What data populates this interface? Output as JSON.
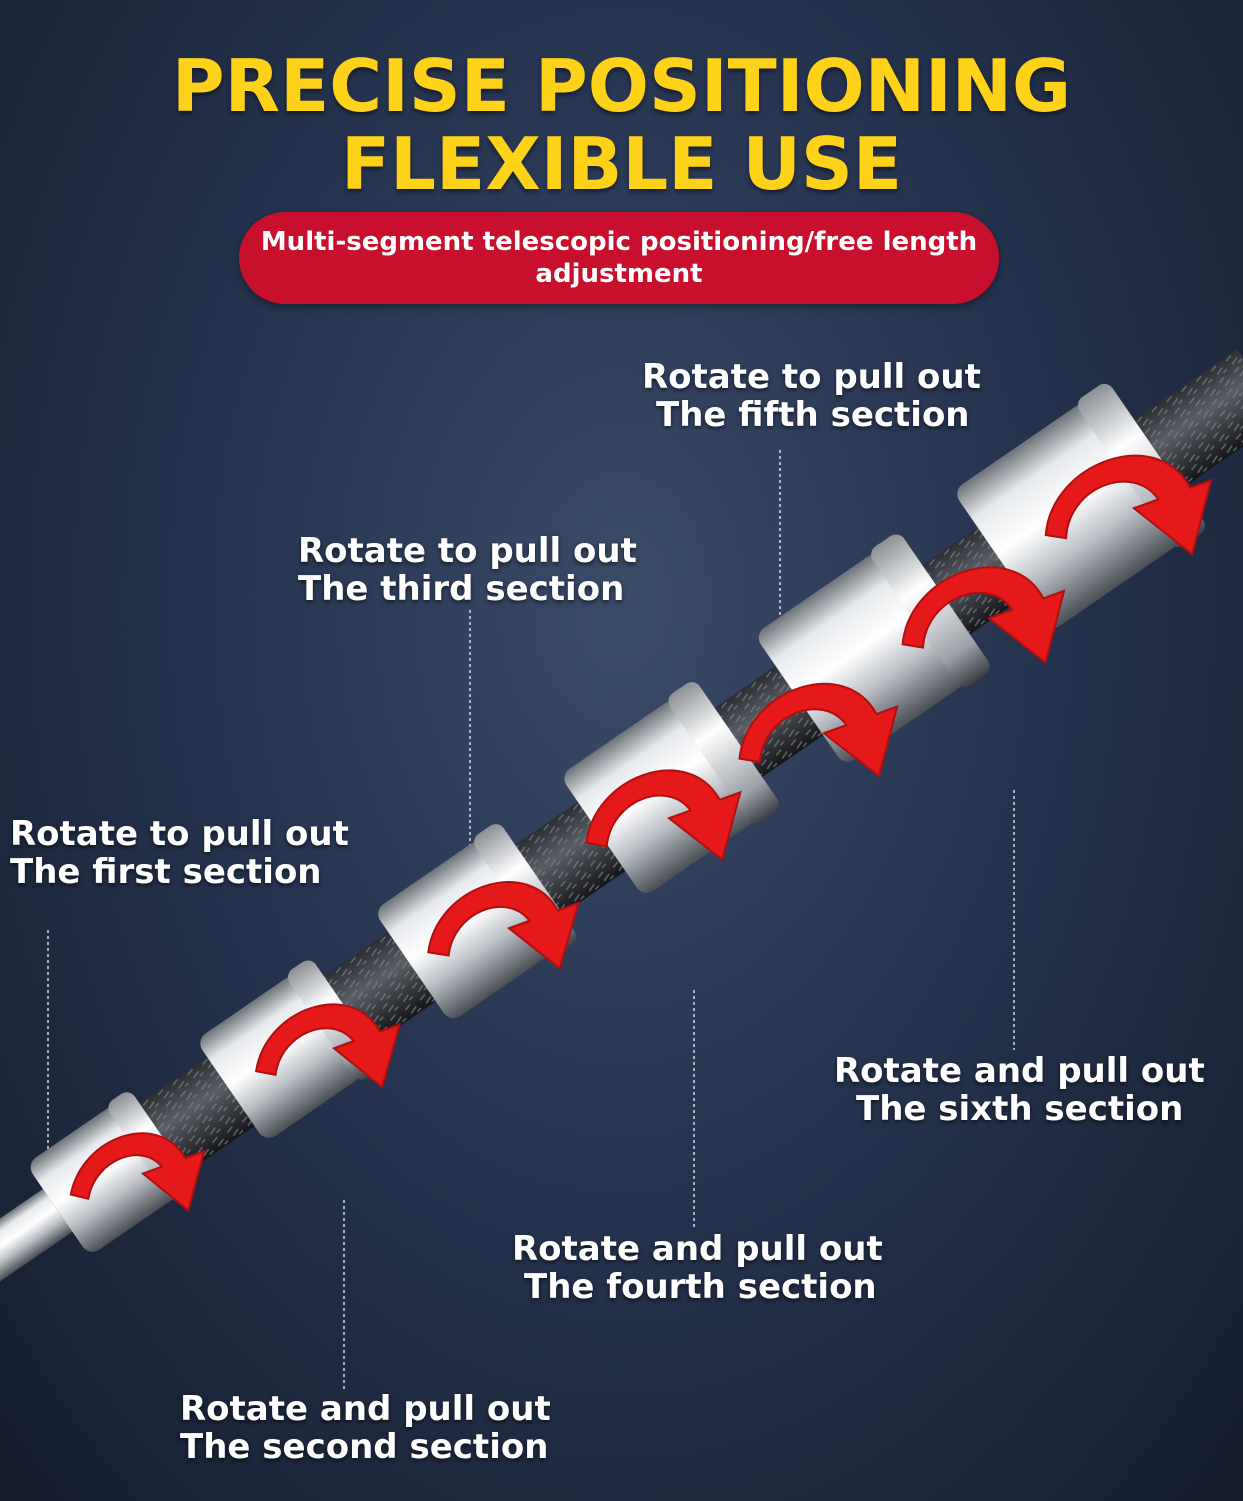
{
  "headline": {
    "line1": "PRECISE POSITIONING",
    "line2": "FLEXIBLE USE"
  },
  "subtitle": "Multi-segment telescopic positioning/free length adjustment",
  "callouts": {
    "first": {
      "line1": "Rotate to pull out",
      "line2": "The first section"
    },
    "second": {
      "line1": "Rotate and pull out",
      "line2": "The second section"
    },
    "third": {
      "line1": "Rotate to pull out",
      "line2": "The third section"
    },
    "fourth": {
      "line1": "Rotate and pull out",
      "line2": "The fourth section"
    },
    "fifth": {
      "line1": "Rotate to pull out",
      "line2": "The fifth section"
    },
    "sixth": {
      "line1": "Rotate and pull out",
      "line2": "The sixth section"
    }
  },
  "colors": {
    "headline": "#ffd21a",
    "pill": "#c8102e",
    "arrow": "#e51919",
    "background": "#263450"
  }
}
